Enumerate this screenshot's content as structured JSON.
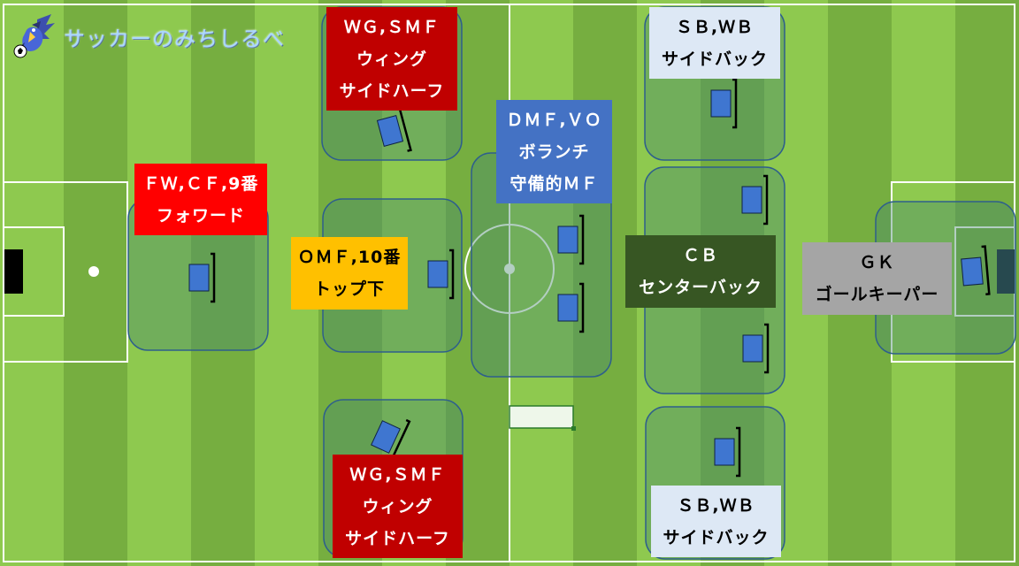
{
  "site": {
    "logo_text": "サッカーのみちしるべ",
    "logo_icon": "bird-mascot-with-soccer-ball-icon"
  },
  "colors": {
    "stripe_light": "#8ec94f",
    "stripe_dark": "#76ae40",
    "line": "#ffffff",
    "zone_fill": "#4a8a6e",
    "marker_fill": "#3f76d0",
    "marker_stroke": "#0f2244",
    "red_box": "#c00000",
    "gold_box": "#ffc000",
    "blue_box": "#4472c4",
    "darkgreen_box": "#375623",
    "pale_box": "#dde8f5",
    "gray_box": "#a5a5a5"
  },
  "positions": {
    "wg_top": {
      "lines": [
        "ＷＧ,ＳＭＦ",
        "ウィング",
        "サイドハーフ"
      ]
    },
    "wg_bottom": {
      "lines": [
        "ＷＧ,ＳＭＦ",
        "ウィング",
        "サイドハーフ"
      ]
    },
    "fw": {
      "lines": [
        "ＦＷ,ＣＦ,9番",
        "フォワード"
      ]
    },
    "omf": {
      "lines": [
        "ＯＭＦ,10番",
        "トップ下"
      ]
    },
    "dmf": {
      "lines": [
        "ＤＭＦ,ＶＯ",
        "ボランチ",
        "守備的ＭＦ"
      ]
    },
    "cb": {
      "lines": [
        "ＣＢ",
        "センターバック"
      ]
    },
    "sb_top": {
      "lines": [
        "ＳＢ,ＷＢ",
        "サイドバック"
      ]
    },
    "sb_bottom": {
      "lines": [
        "ＳＢ,ＷＢ",
        "サイドバック"
      ]
    },
    "gk": {
      "lines": [
        "ＧＫ",
        "ゴールキーパー"
      ]
    }
  }
}
